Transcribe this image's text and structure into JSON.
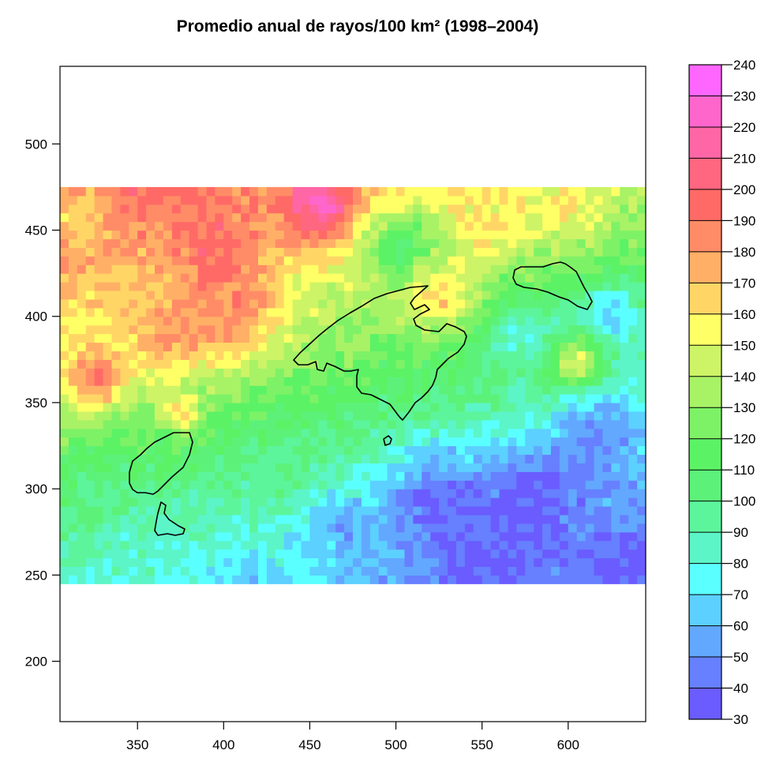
{
  "chart_data": {
    "type": "heatmap",
    "title": "Promedio anual de rayos/100 km² (1998–2004)",
    "xlabel": "",
    "ylabel": "",
    "xlim": [
      305,
      645
    ],
    "ylim": [
      165,
      545
    ],
    "x_ticks": [
      350,
      400,
      450,
      500,
      550,
      600
    ],
    "y_ticks": [
      200,
      250,
      300,
      350,
      400,
      450,
      500
    ],
    "x_tick_labels": [
      "350",
      "400",
      "450",
      "500",
      "550",
      "600"
    ],
    "y_tick_labels": [
      "200",
      "250",
      "300",
      "350",
      "400",
      "450",
      "500"
    ],
    "grid_extent": {
      "x": [
        305,
        645
      ],
      "y": [
        245,
        475
      ]
    },
    "cell_size": 10,
    "colorbar": {
      "levels": [
        30,
        40,
        50,
        60,
        70,
        80,
        90,
        100,
        110,
        120,
        130,
        140,
        150,
        160,
        170,
        180,
        190,
        200,
        210,
        220,
        230,
        240
      ],
      "labels": [
        "30",
        "40",
        "50",
        "60",
        "70",
        "80",
        "90",
        "100",
        "110",
        "120",
        "130",
        "140",
        "150",
        "160",
        "170",
        "180",
        "190",
        "200",
        "210",
        "220",
        "230",
        "240"
      ],
      "colors": [
        "#6a5cff",
        "#6680ff",
        "#62a8ff",
        "#5cd0ff",
        "#5affff",
        "#5cf5c8",
        "#5cf59c",
        "#5cf27a",
        "#5cf266",
        "#7ef266",
        "#a8f266",
        "#cdf466",
        "#ffff66",
        "#ffd666",
        "#ffb066",
        "#ff8c66",
        "#ff6a66",
        "#ff6680",
        "#ff66a6",
        "#ff66cc",
        "#ff66ff"
      ]
    },
    "hotspots": [
      {
        "x": 455,
        "y": 465,
        "value": 225,
        "radius": 14
      },
      {
        "x": 395,
        "y": 445,
        "value": 195,
        "radius": 18
      },
      {
        "x": 405,
        "y": 405,
        "value": 185,
        "radius": 20
      },
      {
        "x": 365,
        "y": 390,
        "value": 175,
        "radius": 18
      },
      {
        "x": 325,
        "y": 365,
        "value": 190,
        "radius": 12
      },
      {
        "x": 315,
        "y": 460,
        "value": 160,
        "radius": 14
      },
      {
        "x": 525,
        "y": 415,
        "value": 170,
        "radius": 14
      },
      {
        "x": 555,
        "y": 455,
        "value": 160,
        "radius": 14
      },
      {
        "x": 605,
        "y": 375,
        "value": 165,
        "radius": 10
      },
      {
        "x": 375,
        "y": 345,
        "value": 160,
        "radius": 8
      },
      {
        "x": 600,
        "y": 465,
        "value": 160,
        "radius": 12
      },
      {
        "x": 505,
        "y": 440,
        "value": 110,
        "radius": 16
      },
      {
        "x": 575,
        "y": 390,
        "value": 80,
        "radius": 16
      },
      {
        "x": 625,
        "y": 400,
        "value": 65,
        "radius": 14
      },
      {
        "x": 525,
        "y": 290,
        "value": 40,
        "radius": 24
      },
      {
        "x": 585,
        "y": 295,
        "value": 38,
        "radius": 22
      },
      {
        "x": 555,
        "y": 255,
        "value": 35,
        "radius": 18
      },
      {
        "x": 630,
        "y": 255,
        "value": 38,
        "radius": 16
      },
      {
        "x": 470,
        "y": 270,
        "value": 55,
        "radius": 16
      },
      {
        "x": 620,
        "y": 330,
        "value": 50,
        "radius": 18
      },
      {
        "x": 355,
        "y": 265,
        "value": 85,
        "radius": 16
      },
      {
        "x": 330,
        "y": 300,
        "value": 100,
        "radius": 14
      },
      {
        "x": 430,
        "y": 310,
        "value": 100,
        "radius": 14
      },
      {
        "x": 450,
        "y": 260,
        "value": 75,
        "radius": 14
      }
    ]
  }
}
